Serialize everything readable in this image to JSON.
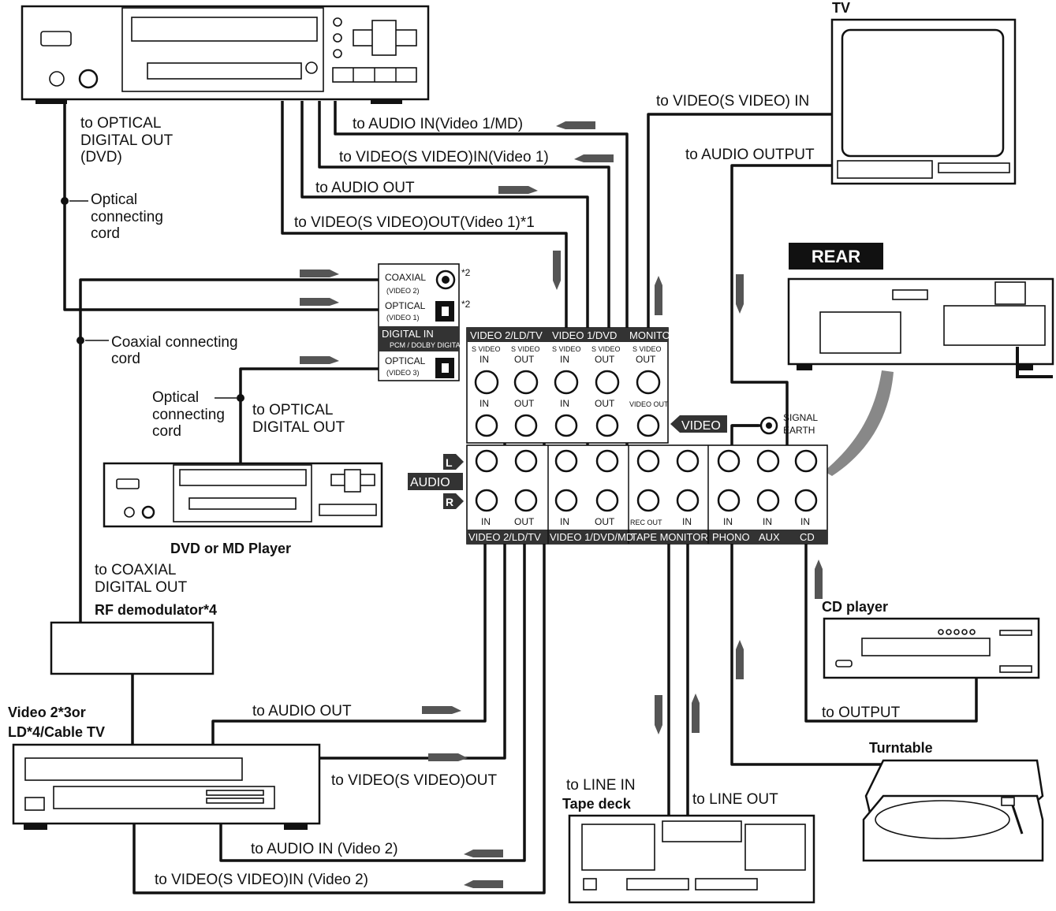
{
  "devices": {
    "tv": "TV",
    "rear": "REAR",
    "dvd_md": "DVD or MD Player",
    "rf": "RF demodulator*4",
    "video2_line1": "Video 2*3or",
    "video2_line2": "LD*4/Cable TV",
    "cd": "CD player",
    "turntable": "Turntable",
    "tape": "Tape deck"
  },
  "labels": {
    "opt_dvd_1": "to OPTICAL",
    "opt_dvd_2": "DIGITAL OUT",
    "opt_dvd_3": "(DVD)",
    "optical_cord_1": "Optical",
    "optical_cord_2": "connecting",
    "optical_cord_3": "cord",
    "coax_cord_1": "Coaxial connecting",
    "coax_cord_2": "cord",
    "optical_cord2_1": "Optical",
    "optical_cord2_2": "connecting",
    "optical_cord2_3": "cord",
    "opt_md_1": "to OPTICAL",
    "opt_md_2": "DIGITAL OUT",
    "coax_out_1": "to COAXIAL",
    "coax_out_2": "DIGITAL OUT",
    "audio_in_v1": "to AUDIO IN(Video 1/MD)",
    "video_in_v1": "to VIDEO(S VIDEO)IN(Video 1)",
    "audio_out_top": "to AUDIO OUT",
    "video_out_v1": "to VIDEO(S VIDEO)OUT(Video 1)*1",
    "tv_video_in": "to VIDEO(S VIDEO) IN",
    "tv_audio_out": "to AUDIO OUTPUT",
    "v2_audio_out": "to AUDIO OUT",
    "v2_video_out": "to VIDEO(S VIDEO)OUT",
    "v2_audio_in": "to AUDIO IN (Video 2)",
    "v2_video_in": "to VIDEO(S VIDEO)IN (Video 2)",
    "line_in": "to LINE IN",
    "line_out": "to LINE OUT",
    "cd_output": "to OUTPUT"
  },
  "panel": {
    "coaxial": "COAXIAL",
    "coaxial_sub": "(VIDEO 2)",
    "optical1": "OPTICAL",
    "optical1_sub": "(VIDEO 1)",
    "digital_in": "DIGITAL IN",
    "digital_sub": "PCM / DOLBY DIGITAL",
    "optical3": "OPTICAL",
    "optical3_sub": "(VIDEO 3)",
    "note2a": "*2",
    "note2b": "*2",
    "hdr_v2": "VIDEO 2/LD/TV",
    "hdr_v1": "VIDEO 1/DVD",
    "hdr_mon": "MONITOR",
    "s_video": "S VIDEO",
    "s_in": "IN",
    "s_out": "OUT",
    "in": "IN",
    "out": "OUT",
    "video_out": "VIDEO OUT",
    "video_tag": "VIDEO",
    "audio_tag": "AUDIO",
    "l": "L",
    "r": "R",
    "signal_1": "SIGNAL",
    "signal_2": "EARTH",
    "rec_out": "REC OUT",
    "ftr_v2": "VIDEO 2/LD/TV",
    "ftr_v1": "VIDEO 1/DVD/MD",
    "ftr_tape": "TAPE MONITOR",
    "ftr_phono": "PHONO",
    "ftr_aux": "AUX",
    "ftr_cd": "CD"
  },
  "colors": {
    "line": "#111111",
    "panel_header": "#333333",
    "arrow": "#555555"
  }
}
